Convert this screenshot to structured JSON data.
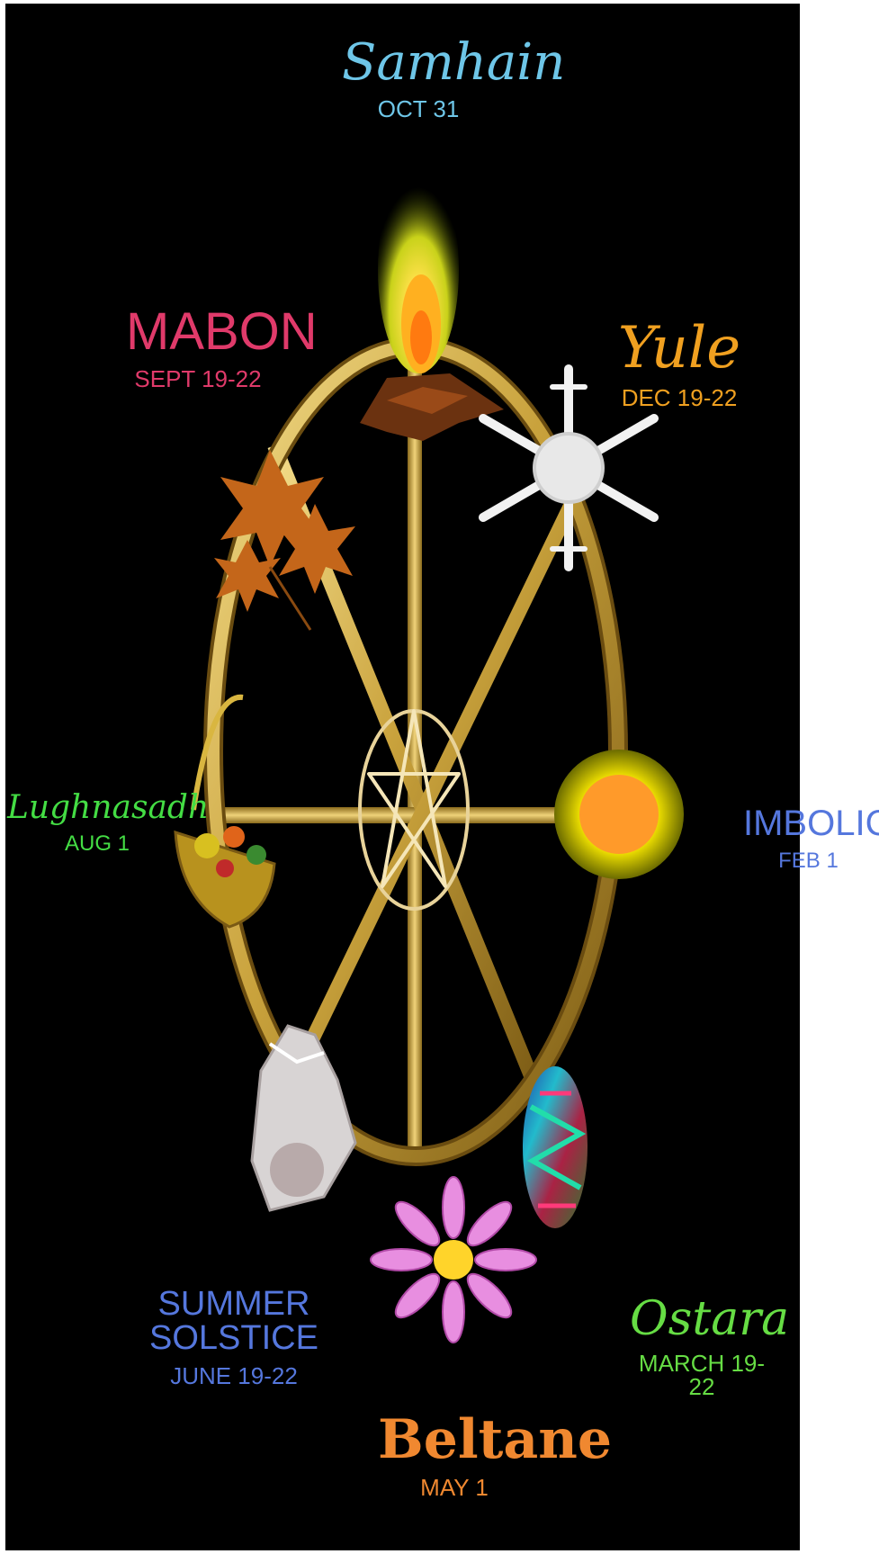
{
  "festivals": [
    {
      "key": "samhain",
      "name": "Samhain",
      "date": "OCT 31",
      "color": "#6ec6e8",
      "symbol": "bonfire-icon"
    },
    {
      "key": "yule",
      "name": "Yule",
      "date": "DEC 19-22",
      "color": "#f0a020",
      "symbol": "snowflake-icon"
    },
    {
      "key": "imbolc",
      "name": "IMBOLIC",
      "date": "FEB 1",
      "color": "#5577dd",
      "symbol": "sun-icon"
    },
    {
      "key": "ostara",
      "name": "Ostara",
      "date": "MARCH 19-22",
      "color": "#66dd44",
      "symbol": "egg-icon"
    },
    {
      "key": "beltane",
      "name": "Beltane",
      "date": "MAY 1",
      "color": "#f08830",
      "symbol": "flower-icon"
    },
    {
      "key": "litha",
      "name": "SUMMER SOLSTICE",
      "date": "JUNE 19-22",
      "color": "#5577dd",
      "symbol": "shell-icon"
    },
    {
      "key": "lughnasadh",
      "name": "Lughnasadh",
      "date": "AUG 1",
      "color": "#44dd44",
      "symbol": "harvest-basket-icon"
    },
    {
      "key": "mabon",
      "name": "MABON",
      "date": "SEPT 19-22",
      "color": "#e03a6a",
      "symbol": "autumn-leaves-icon"
    }
  ],
  "colors": {
    "background": "#000000",
    "frame": "#ffffff",
    "gold": "#c9a23c",
    "gold_light": "#f0d37a",
    "gold_dark": "#7a5a14"
  }
}
